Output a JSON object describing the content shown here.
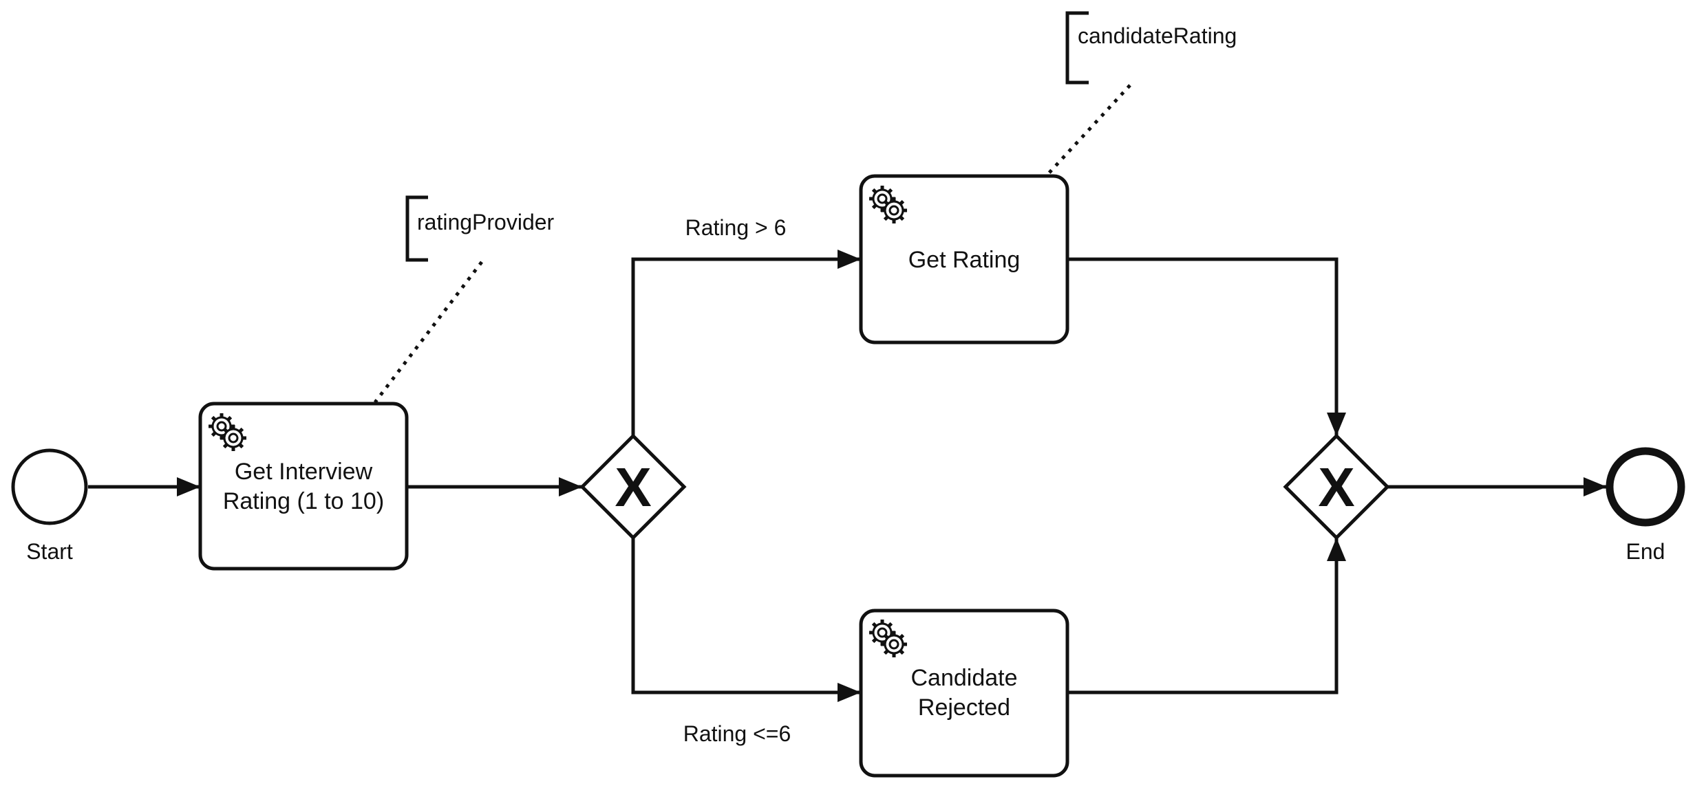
{
  "events": {
    "start": {
      "label": "Start"
    },
    "end": {
      "label": "End"
    }
  },
  "tasks": {
    "get_interview_rating": {
      "line1": "Get Interview",
      "line2": "Rating (1 to 10)",
      "icon": "service-task-gear-icon"
    },
    "get_rating": {
      "label": "Get Rating",
      "icon": "service-task-gear-icon"
    },
    "candidate_rejected": {
      "line1": "Candidate",
      "line2": "Rejected",
      "icon": "service-task-gear-icon"
    }
  },
  "gateways": {
    "split": {
      "marker": "X",
      "type": "exclusive"
    },
    "merge": {
      "marker": "X",
      "type": "exclusive"
    }
  },
  "flows": {
    "rating_gt_6": "Rating > 6",
    "rating_le_6": "Rating <=6"
  },
  "annotations": {
    "rating_provider": "ratingProvider",
    "candidate_rating": "candidateRating"
  },
  "colors": {
    "stroke": "#111111",
    "fill": "#ffffff"
  }
}
